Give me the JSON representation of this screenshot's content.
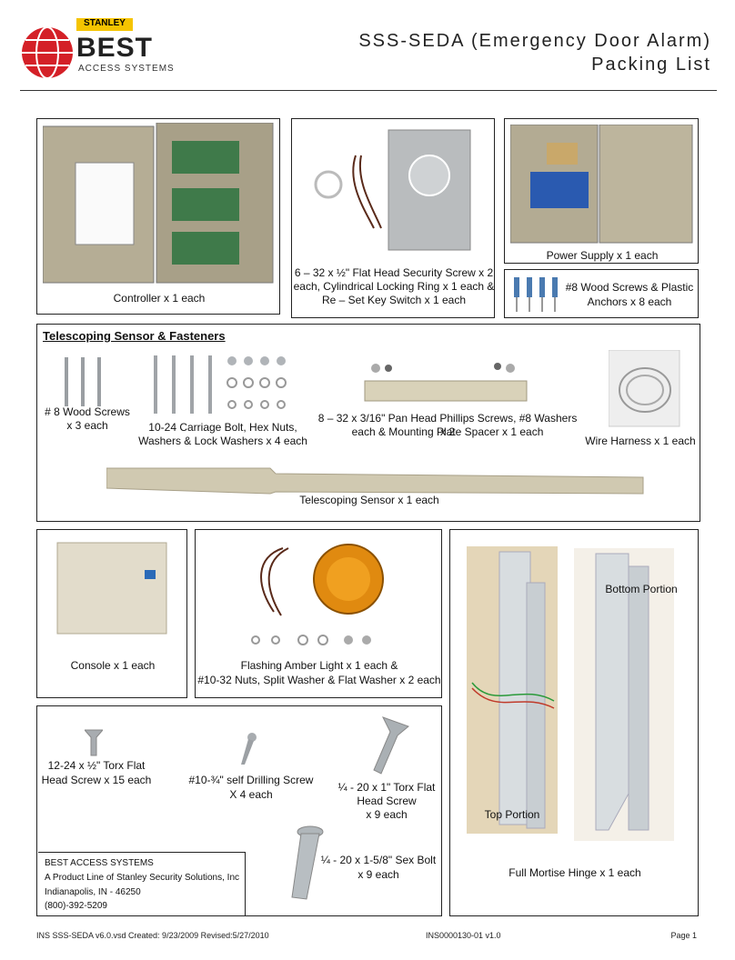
{
  "header": {
    "brand_top": "STANLEY",
    "brand_main": "BEST",
    "brand_sub": "ACCESS SYSTEMS",
    "title_line1": "SSS-SEDA (Emergency Door Alarm)",
    "title_line2": "Packing List"
  },
  "items": {
    "controller": "Controller x 1 each",
    "switch_line1": "6 – 32 x ½\" Flat Head Security Screw x 2",
    "switch_line2": "each, Cylindrical Locking Ring x 1 each &",
    "switch_line3": "Re – Set Key Switch x 1 each",
    "power_supply": "Power Supply x 1 each",
    "wood_anchors_line1": "#8 Wood Screws & Plastic",
    "wood_anchors_line2": "Anchors x 8 each",
    "sensor_section_title": "Telescoping Sensor & Fasteners",
    "wood_screws_line1": "# 8 Wood Screws",
    "wood_screws_line2": "x 3 each",
    "carriage_line1": "10-24 Carriage Bolt, Hex Nuts,",
    "carriage_line2": "Washers & Lock Washers x 4 each",
    "pan_head_line1": "8 – 32 x 3/16\" Pan Head Phillips Screws, #8 Washers x 2",
    "pan_head_line2": "each & Mounting Plate Spacer x 1 each",
    "wire_harness": "Wire Harness x 1 each",
    "telescoping_sensor": "Telescoping Sensor x 1 each",
    "console": "Console x 1 each",
    "amber_line1": "Flashing Amber Light x 1 each &",
    "amber_line2": "#10-32 Nuts, Split Washer  & Flat Washer x 2 each",
    "torx_flat_line1": "12-24 x ½\" Torx Flat",
    "torx_flat_line2": "Head Screw x 15 each",
    "drilling_line1": "#10-¾\" self Drilling Screw",
    "drilling_line2": "X 4 each",
    "torx_1in_line1": "¼ - 20 x 1\" Torx Flat",
    "torx_1in_line2": "Head Screw",
    "torx_1in_line3": "x 9 each",
    "sex_bolt_line1": "¼ - 20 x 1-5/8\" Sex Bolt",
    "sex_bolt_line2": "x 9 each",
    "bottom_portion": "Bottom Portion",
    "top_portion": "Top Portion",
    "hinge": "Full Mortise Hinge x 1 each"
  },
  "address": {
    "line1": "BEST ACCESS SYSTEMS",
    "line2": "A Product Line of Stanley Security Solutions, Inc",
    "line3": "Indianapolis, IN - 46250",
    "line4": "(800)-392-5209"
  },
  "footer": {
    "left": "INS SSS-SEDA v6.0.vsd  Created: 9/23/2009 Revised:5/27/2010",
    "center": "INS0000130-01 v1.0",
    "right": "Page 1"
  },
  "colors": {
    "brand_red": "#d42027",
    "beige": "#c8c0a4",
    "metal": "#b8bcc0"
  }
}
